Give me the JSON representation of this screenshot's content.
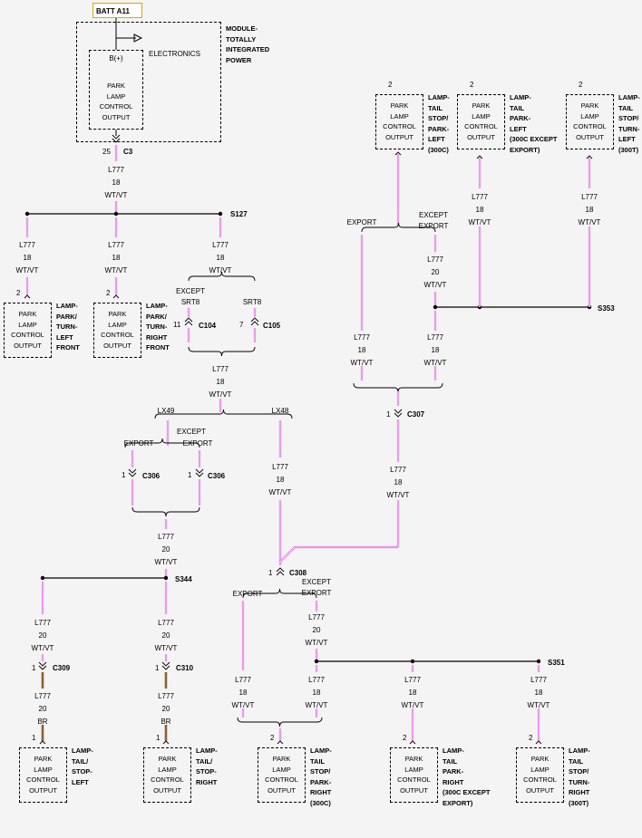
{
  "colors": {
    "pink_wire": "#e66ee6",
    "brown_wire": "#8a6030",
    "ground_line": "#000000",
    "batt_border": "#e8a000"
  },
  "battery": {
    "label": "BATT A11"
  },
  "module": {
    "label": "MODULE-\nTOTALLY\nINTEGRATED\nPOWER",
    "electronics": "ELECTRONICS",
    "bplus": "B(+)",
    "output": "PARK\nLAMP\nCONTROL\nOUTPUT",
    "pin": "25",
    "connector": "C3"
  },
  "wire": {
    "circuit": "L777",
    "g18": "18",
    "g20": "20",
    "color_wtvt": "WT/VT",
    "color_br": "BR"
  },
  "splices": {
    "s127": "S127",
    "s353": "S353",
    "s344": "S344",
    "s351": "S351"
  },
  "connectors": {
    "c104": "C104",
    "c105": "C105",
    "c306": "C306",
    "c307": "C307",
    "c308": "C308",
    "c309": "C309",
    "c310": "C310"
  },
  "pins": {
    "p1": "1",
    "p2": "2",
    "p7": "7",
    "p11": "11"
  },
  "options": {
    "export": "EXPORT",
    "except": "EXCEPT",
    "except_export": "EXCEPT\nEXPORT",
    "srt8": "SRT8",
    "lx49": "LX49",
    "lx48": "LX48"
  },
  "component_output": "PARK\nLAMP\nCONTROL\nOUTPUT",
  "lamps": {
    "park_turn_left_front": "LAMP-\nPARK/\nTURN-\nLEFT\nFRONT",
    "park_turn_right_front": "LAMP-\nPARK/\nTURN-\nRIGHT\nFRONT",
    "tail_stop_park_left_300c": "LAMP-\nTAIL\nSTOP/\nPARK-\nLEFT\n(300C)",
    "tail_park_left_300c_except_export": "LAMP-\nTAIL\nPARK-\nLEFT\n(300C EXCEPT\nEXPORT)",
    "tail_stop_turn_left_300t": "LAMP-\nTAIL\nSTOP/\nTURN-\nLEFT\n(300T)",
    "tail_stop_left": "LAMP-\nTAIL/\nSTOP-\nLEFT",
    "tail_stop_right": "LAMP-\nTAIL/\nSTOP-\nRIGHT",
    "tail_stop_park_right_300c": "LAMP-\nTAIL\nSTOP/\nPARK-\nRIGHT\n(300C)",
    "tail_park_right_300c_except_export": "LAMP-\nTAIL\nPARK-\nRIGHT\n(300C EXCEPT\nEXPORT)",
    "tail_stop_turn_right_300t": "LAMP-\nTAIL\nSTOP/\nTURN-\nRIGHT\n(300T)"
  }
}
